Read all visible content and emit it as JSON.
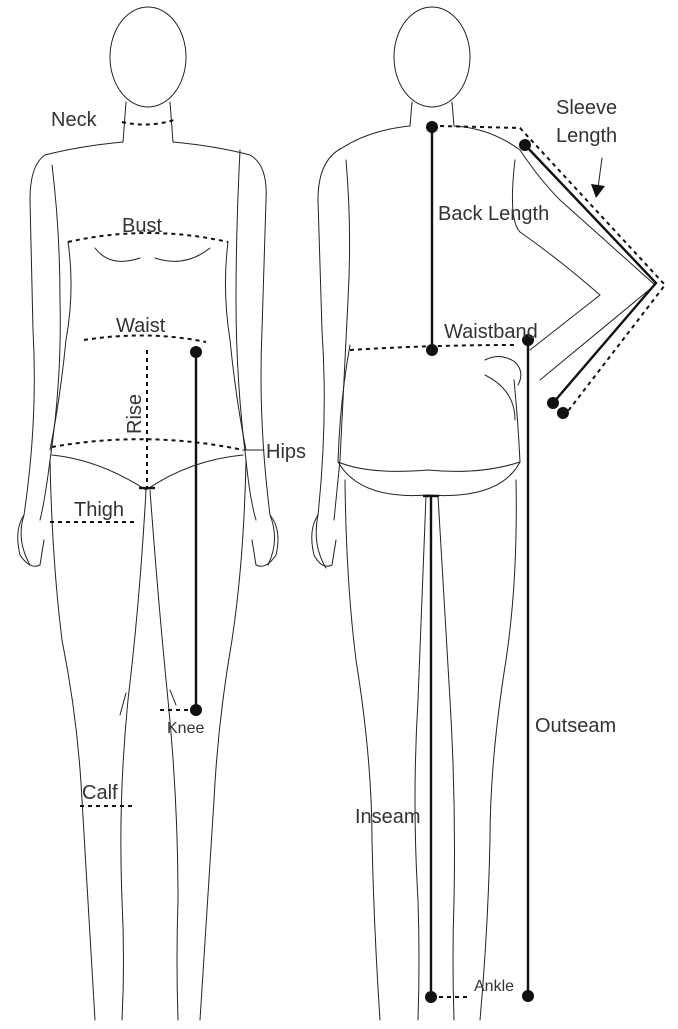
{
  "labels": {
    "neck": "Neck",
    "bust": "Bust",
    "waist": "Waist",
    "rise": "Rise",
    "hips": "Hips",
    "thigh": "Thigh",
    "knee": "Knee",
    "calf": "Calf",
    "sleeve_line1": "Sleeve",
    "sleeve_line2": "Length",
    "back_length": "Back Length",
    "waistband": "Waistband",
    "outseam": "Outseam",
    "inseam": "Inseam",
    "ankle": "Ankle"
  },
  "colors": {
    "outline": "#222222",
    "measure": "#111111",
    "text": "#333333"
  }
}
